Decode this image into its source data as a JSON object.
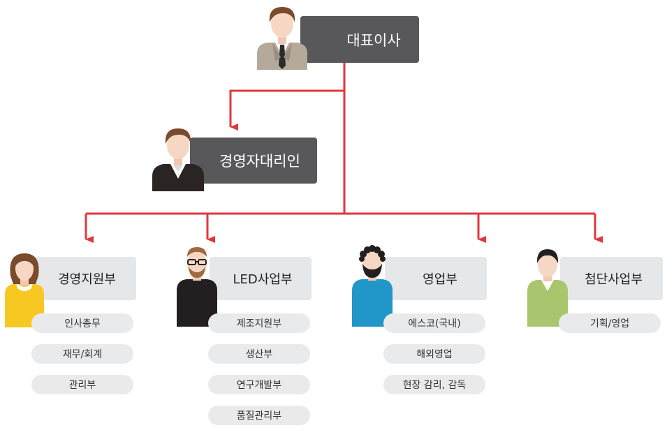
{
  "colors": {
    "connector": "#e0373c",
    "dark_box": "#58585a",
    "light_box": "#e6e7e8",
    "pill": "#e9eaeb"
  },
  "ceo": {
    "label": "대표이사",
    "icon": "ceo-person-icon"
  },
  "vice": {
    "label": "경영자대리인",
    "icon": "manager-person-icon"
  },
  "departments": [
    {
      "label": "경영지원부",
      "icon": "woman-yellow-person-icon",
      "teams": [
        "인사총무",
        "재무/회계",
        "관리부"
      ]
    },
    {
      "label": "LED사업부",
      "icon": "man-glasses-person-icon",
      "teams": [
        "제조지원부",
        "생산부",
        "연구개발부",
        "품질관리부"
      ]
    },
    {
      "label": "영업부",
      "icon": "man-beard-person-icon",
      "teams": [
        "에스코(국내)",
        "해외영업",
        "현장 감리, 감독"
      ]
    },
    {
      "label": "첨단사업부",
      "icon": "man-green-person-icon",
      "teams": [
        "기획/영업"
      ]
    }
  ]
}
